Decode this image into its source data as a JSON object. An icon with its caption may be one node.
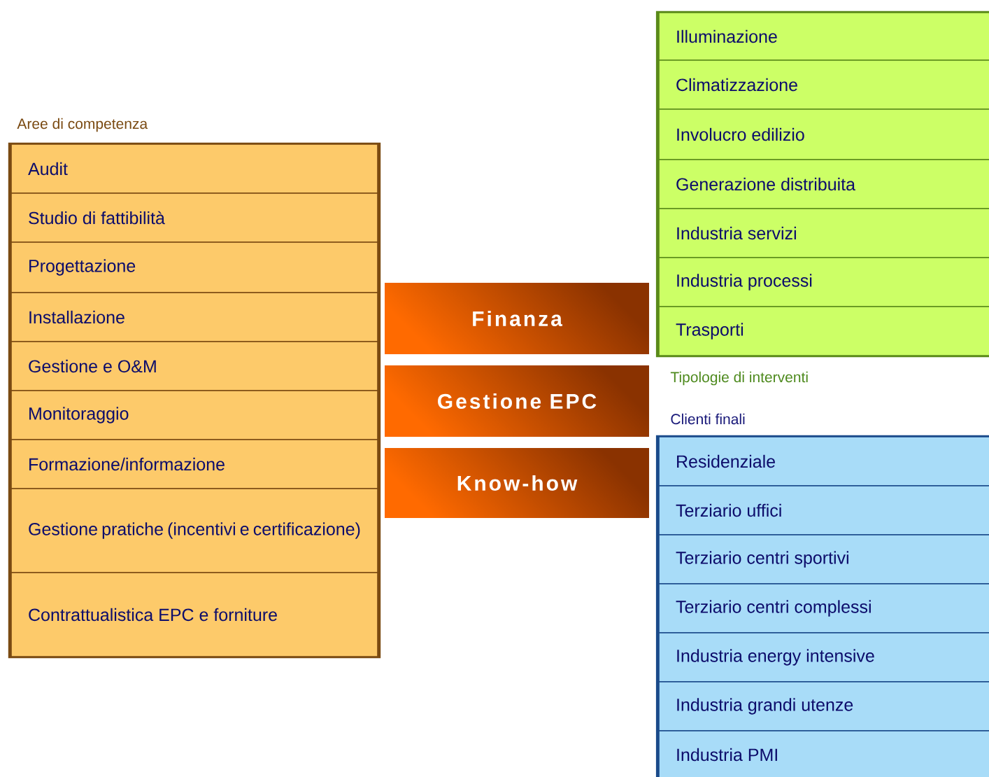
{
  "diagram": {
    "nodes": [
      {
        "text": [
          "Aree di competenza"
        ]
      },
      {
        "text": [
          "Audit"
        ],
        "in": 0
      },
      {
        "text": [
          "Studio di fattibilità"
        ],
        "in": 0
      },
      {
        "text": [
          "Progettazione"
        ],
        "in": 0
      },
      {
        "text": [
          "Installazione"
        ],
        "in": 0
      },
      {
        "text": [
          "Gestione e O&M"
        ],
        "in": 0
      },
      {
        "text": [
          "Monitoraggio"
        ],
        "in": 0
      },
      {
        "text": [
          "Formazione/informazione"
        ],
        "in": 0
      },
      {
        "text": [
          "Gestione pratiche (incentivi e certificazione)"
        ],
        "in": 0
      },
      {
        "text": [
          "Contrattualistica EPC e forniture"
        ],
        "in": 0
      },
      {
        "text": [
          "Finanza"
        ]
      },
      {
        "text": [
          "Gestione EPC"
        ]
      },
      {
        "text": [
          "Know-how"
        ]
      },
      {
        "text": [
          "Tipologie di interventi"
        ]
      },
      {
        "text": [
          "Illuminazione"
        ],
        "in": 13
      },
      {
        "text": [
          "Climatizzazione"
        ],
        "in": 13
      },
      {
        "text": [
          "Involucro edilizio"
        ],
        "in": 13
      },
      {
        "text": [
          "Generazione distribuita"
        ],
        "in": 13
      },
      {
        "text": [
          "Industria servizi"
        ],
        "in": 13
      },
      {
        "text": [
          "Industria processi"
        ],
        "in": 13
      },
      {
        "text": [
          "Trasporti"
        ],
        "in": 13
      },
      {
        "text": [
          "Clienti finali"
        ]
      },
      {
        "text": [
          "Residenziale"
        ],
        "in": 21
      },
      {
        "text": [
          "Terziario uffici"
        ],
        "in": 21
      },
      {
        "text": [
          "Terziario centri sportivi"
        ],
        "in": 21
      },
      {
        "text": [
          "Terziario centri complessi"
        ],
        "in": 21
      },
      {
        "text": [
          "Industria energy intensive"
        ],
        "in": 21
      },
      {
        "text": [
          "Industria grandi utenze"
        ],
        "in": 21
      },
      {
        "text": [
          "Industria PMI"
        ],
        "in": 21
      }
    ]
  }
}
